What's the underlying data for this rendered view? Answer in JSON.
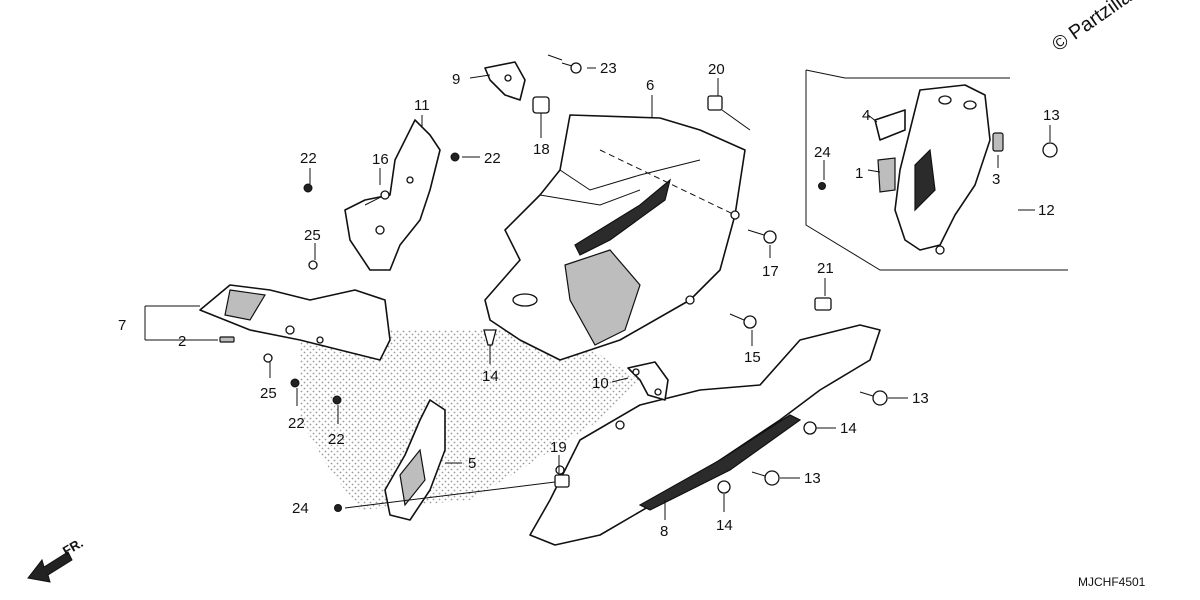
{
  "copyright": "© Partzilla",
  "diagram_code": "MJCHF4501",
  "front_indicator": "FR.",
  "callouts": {
    "p1": "1",
    "p2": "2",
    "p3": "3",
    "p4": "4",
    "p5": "5",
    "p6": "6",
    "p7": "7",
    "p8": "8",
    "p9": "9",
    "p10": "10",
    "p11": "11",
    "p12": "12",
    "p13a": "13",
    "p13b": "13",
    "p13c": "13",
    "p14a": "14",
    "p14b": "14",
    "p14c": "14",
    "p15": "15",
    "p16": "16",
    "p17": "17",
    "p18": "18",
    "p19": "19",
    "p20": "20",
    "p21": "21",
    "p22a": "22",
    "p22b": "22",
    "p22c": "22",
    "p22d": "22",
    "p23": "23",
    "p24a": "24",
    "p24b": "24",
    "p25a": "25",
    "p25b": "25"
  }
}
